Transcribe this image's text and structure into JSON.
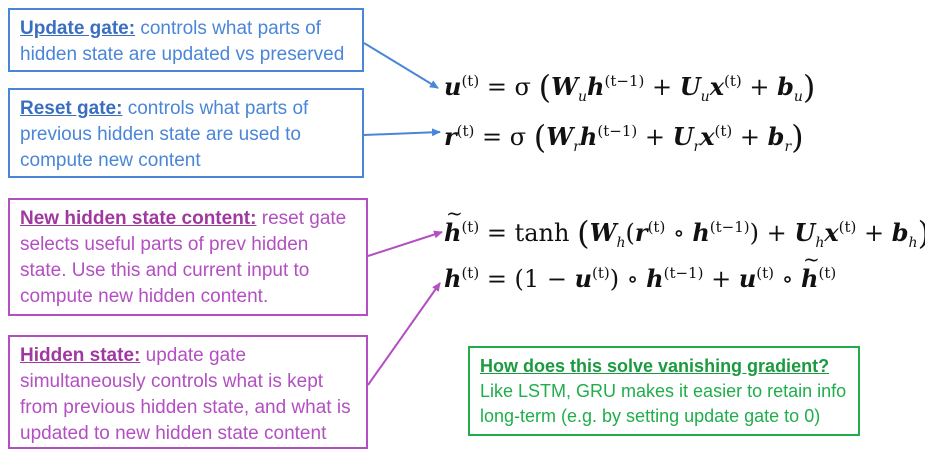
{
  "boxes": {
    "update_gate": {
      "title": "Update gate:",
      "text": " controls what parts of hidden state are updated vs preserved"
    },
    "reset_gate": {
      "title": "Reset gate:",
      "text": " controls what parts of previous hidden state are used to compute new content"
    },
    "new_content": {
      "title": "New hidden state content:",
      "text": " reset gate selects useful parts of prev hidden state. Use this and current input to compute new hidden content."
    },
    "hidden_state": {
      "title": "Hidden state:",
      "text": " update gate simultaneously controls what is kept from previous hidden state, and what is updated to new hidden state content"
    },
    "vanishing": {
      "title": "How does this solve vanishing gradient?",
      "text": "Like LSTM, GRU makes it easier to retain info long-term (e.g. by setting update gate to 0)"
    }
  },
  "colors": {
    "blue": "#4a86d8",
    "purple": "#b34fc2",
    "green": "#1fae4b"
  }
}
